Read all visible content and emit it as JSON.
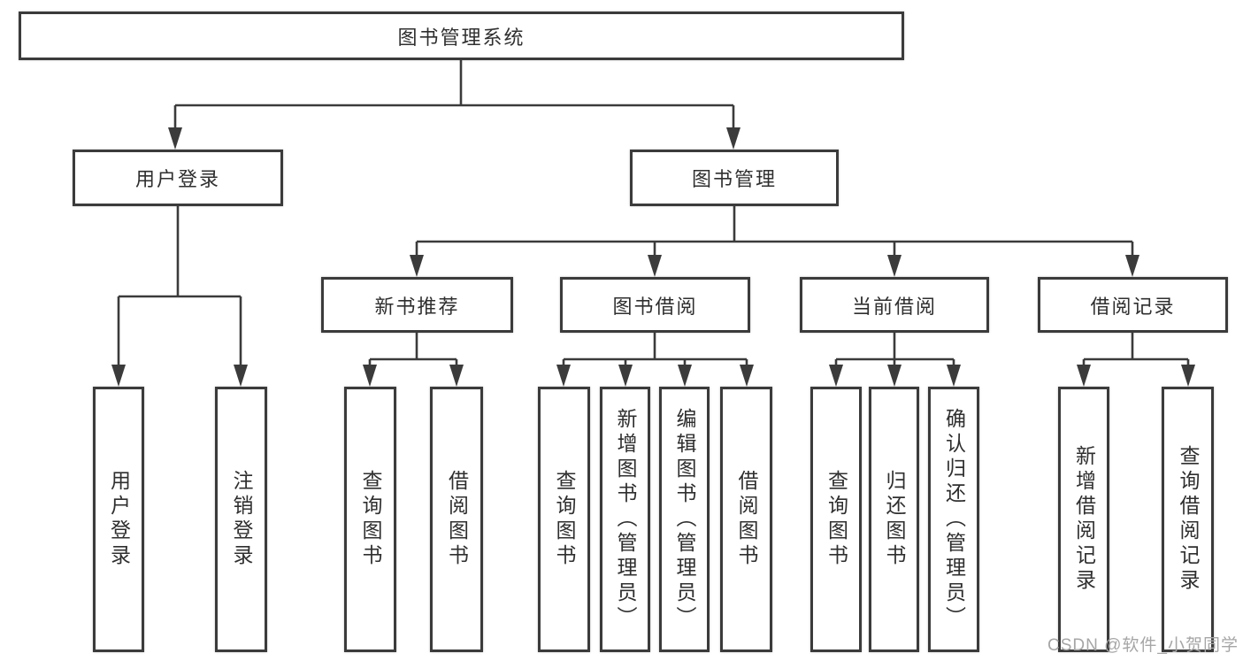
{
  "tree": {
    "root": {
      "label": "图书管理系统"
    },
    "user_login": {
      "label": "用户登录",
      "children": [
        {
          "label": "用户登录"
        },
        {
          "label": "注销登录"
        }
      ]
    },
    "book_management": {
      "label": "图书管理",
      "sections": [
        {
          "label": "新书推荐",
          "children": [
            {
              "label": "查询图书"
            },
            {
              "label": "借阅图书"
            }
          ]
        },
        {
          "label": "图书借阅",
          "children": [
            {
              "label": "查询图书"
            },
            {
              "label": "新增图书（管理员）"
            },
            {
              "label": "编辑图书（管理员）"
            },
            {
              "label": "借阅图书"
            }
          ]
        },
        {
          "label": "当前借阅",
          "children": [
            {
              "label": "查询图书"
            },
            {
              "label": "归还图书"
            },
            {
              "label": "确认归还（管理员）"
            }
          ]
        },
        {
          "label": "借阅记录",
          "children": [
            {
              "label": "新增借阅记录"
            },
            {
              "label": "查询借阅记录"
            }
          ]
        }
      ]
    }
  },
  "watermark": {
    "text": "CSDN @软件_小贺同学"
  },
  "colors": {
    "line": "#3b3b3b",
    "text": "#2f2f2f",
    "watermark": "#a6a6a6",
    "background": "#ffffff"
  }
}
